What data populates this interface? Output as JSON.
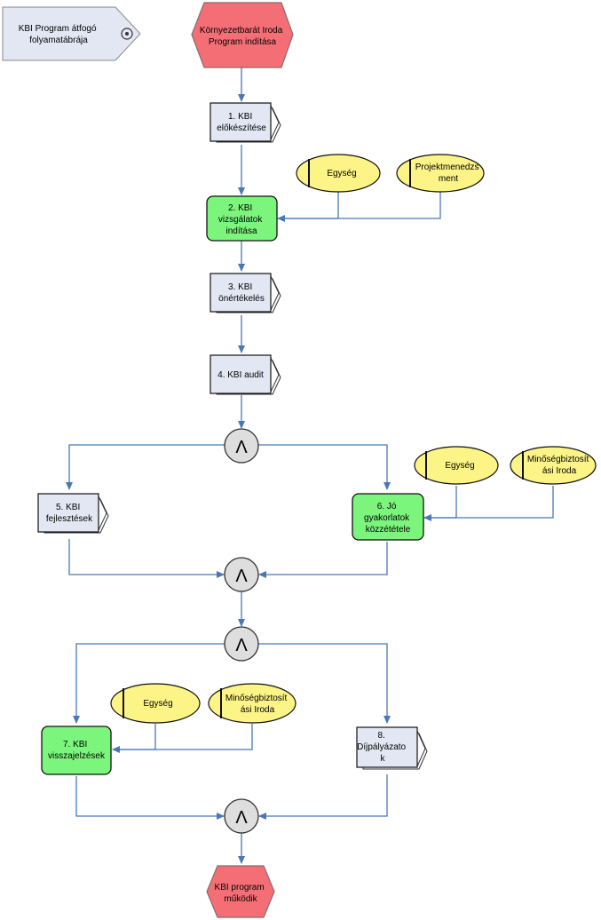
{
  "colors": {
    "event_fill": "#f46f75",
    "event_stroke": "#8b6a6a",
    "process_fill": "#e3e7f3",
    "process_green": "#7cf57c",
    "role_fill": "#fcf486",
    "connector": "#4a78b5",
    "operator_fill": "#dedede"
  },
  "legend": {
    "lines": [
      "KBI Program átfogó",
      "folyamatábrája"
    ]
  },
  "events": {
    "start": {
      "lines": [
        "Környezetbarát Iroda",
        "Program indítása"
      ]
    },
    "end": {
      "lines": [
        "KBI program",
        "működik"
      ]
    }
  },
  "processes": {
    "p1": {
      "lines": [
        "1. KBI",
        "előkészítése"
      ]
    },
    "p2": {
      "lines": [
        "2. KBI",
        "vizsgálatok",
        "indítása"
      ]
    },
    "p3": {
      "lines": [
        "3. KBI",
        "önértékelés"
      ]
    },
    "p4": {
      "lines": [
        "4. KBI audit"
      ]
    },
    "p5": {
      "lines": [
        "5. KBI",
        "fejlesztések"
      ]
    },
    "p6": {
      "lines": [
        "6. Jó",
        "gyakorlatok",
        "közzététele"
      ]
    },
    "p7": {
      "lines": [
        "7. KBI",
        "visszajelzések"
      ]
    },
    "p8": {
      "lines": [
        "8.",
        "Díjpályázato",
        "k"
      ]
    }
  },
  "roles": {
    "r1": {
      "lines": [
        "Egység"
      ]
    },
    "r2": {
      "lines": [
        "Projektmenedzs",
        "ment"
      ]
    },
    "r3": {
      "lines": [
        "Egység"
      ]
    },
    "r4": {
      "lines": [
        "Minőségbiztosít",
        "ási Iroda"
      ]
    },
    "r5": {
      "lines": [
        "Egység"
      ]
    },
    "r6": {
      "lines": [
        "Minőségbiztosít",
        "ási Iroda"
      ]
    }
  },
  "operators": {
    "and1": "Λ",
    "and2": "Λ",
    "and3": "Λ",
    "and4": "Λ"
  }
}
